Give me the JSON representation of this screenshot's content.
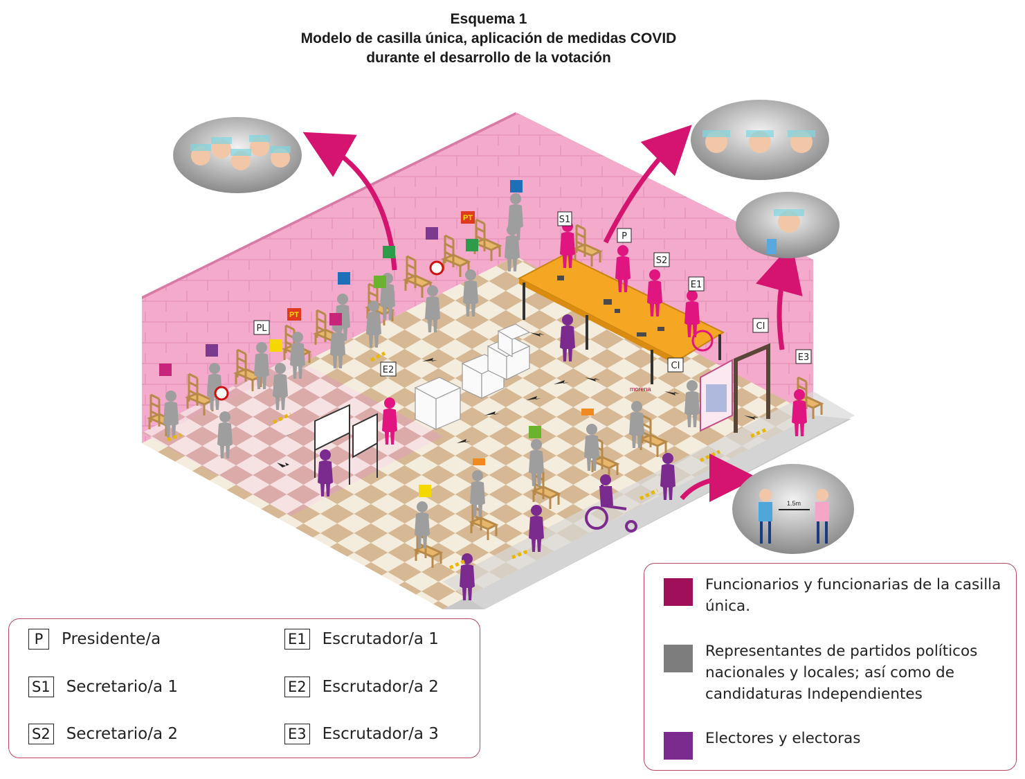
{
  "title": {
    "line1": "Esquema 1",
    "line2": "Modelo de casilla única, aplicación de medidas COVID",
    "line3": "durante el desarrollo de la votación"
  },
  "scene_tags": {
    "S1": "S1",
    "P": "P",
    "S2": "S2",
    "E1": "E1",
    "E2": "E2",
    "E3": "E3",
    "CI_1": "CI",
    "CI_2": "CI",
    "PL": "PL",
    "PT_1": "PT",
    "PT_2": "PT",
    "distance_label": "1.5m",
    "party_sign": "morena"
  },
  "roles_legend": [
    {
      "code": "P",
      "label": "Presidente/a"
    },
    {
      "code": "S1",
      "label": "Secretario/a 1"
    },
    {
      "code": "S2",
      "label": "Secretario/a 2"
    },
    {
      "code": "E1",
      "label": "Escrutador/a 1"
    },
    {
      "code": "E2",
      "label": "Escrutador/a 2"
    },
    {
      "code": "E3",
      "label": "Escrutador/a 3"
    }
  ],
  "groups_legend": [
    {
      "label": "Funcionarios y funcionarias de la casilla única.",
      "color": "#a0105a"
    },
    {
      "label": "Representantes de partidos políticos nacionales y locales; así como de candidaturas Independientes",
      "color": "#7d7d7d"
    },
    {
      "label": "Electores y electoras",
      "color": "#7b2a8e"
    }
  ],
  "colors": {
    "wall": "#f2a7c9",
    "wall_dark": "#e58fb8",
    "floor_light": "#f4ecdc",
    "floor_dark": "#d9bd98",
    "officials": "#e0157f",
    "representatives": "#9e9e9e",
    "voters": "#7b2a8e",
    "table": "#f5a623",
    "arrow": "#d4146f",
    "border": "#b5465e"
  },
  "icons": [
    "person-icon",
    "wheelchair-icon",
    "face-shield-icon",
    "ballot-box-icon",
    "voting-booth-icon",
    "arrow-icon",
    "hand-sanitizer-icon"
  ]
}
